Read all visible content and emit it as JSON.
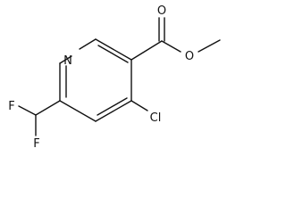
{
  "molecule": {
    "atoms": {
      "n": "N",
      "cl": "Cl",
      "f_top": "F",
      "f_bottom": "F",
      "o_carbonyl": "O",
      "o_ester": "O"
    }
  }
}
